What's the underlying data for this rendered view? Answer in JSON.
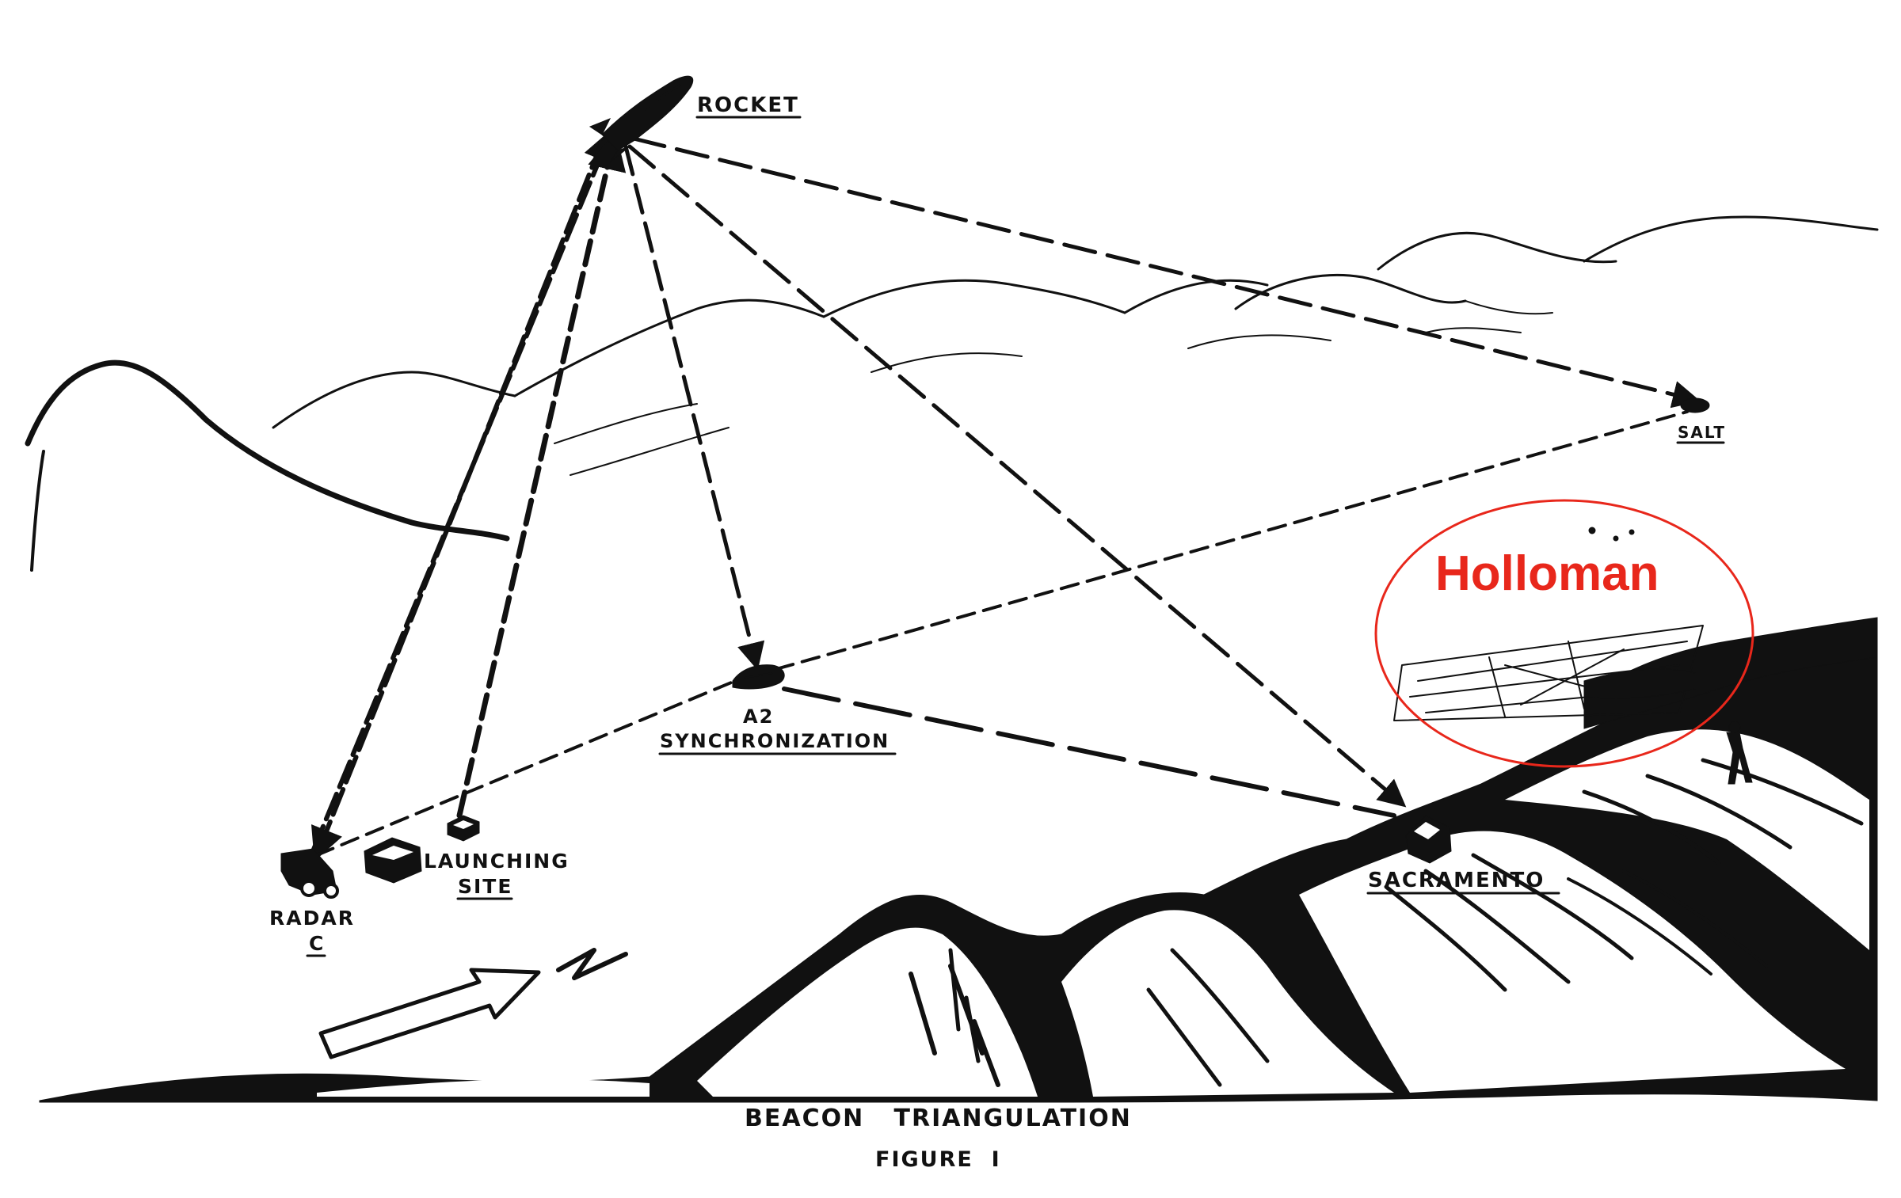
{
  "labels": {
    "rocket": "ROCKET",
    "salt": "SALT",
    "a2": "A2",
    "synchronization": "SYNCHRONIZATION",
    "launching": "LAUNCHING",
    "site": "SITE",
    "radar": "RADAR",
    "radar_c": "C",
    "sacramento": "SACRAMENTO",
    "holloman": "Holloman"
  },
  "caption": {
    "title": "BEACON   TRIANGULATION",
    "figure": "FIGURE  I"
  },
  "colors": {
    "ink": "#111111",
    "annotation": "#e8271b",
    "background": "#ffffff"
  }
}
